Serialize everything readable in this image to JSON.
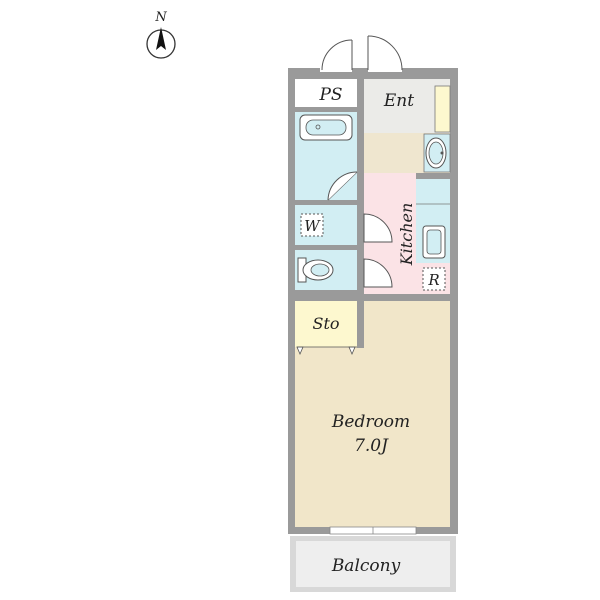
{
  "compass": {
    "north_label": "N"
  },
  "rooms": {
    "ps": "PS",
    "entrance": "Ent",
    "washer": "W",
    "kitchen": "Kitchen",
    "refrigerator": "R",
    "storage": "Sto",
    "bedroom": "Bedroom",
    "bedroom_size": "7.0J",
    "balcony": "Balcony"
  },
  "colors": {
    "wall": "#9a9a9a",
    "wet_area": "#d2eef3",
    "kitchen_floor": "#fbe3e6",
    "entrance_floor": "#ebebe8",
    "corridor_floor": "#efe6cf",
    "bedroom_floor": "#f1e6c9",
    "storage_floor": "#fdf8cf",
    "balcony_floor": "#eeeeee"
  }
}
